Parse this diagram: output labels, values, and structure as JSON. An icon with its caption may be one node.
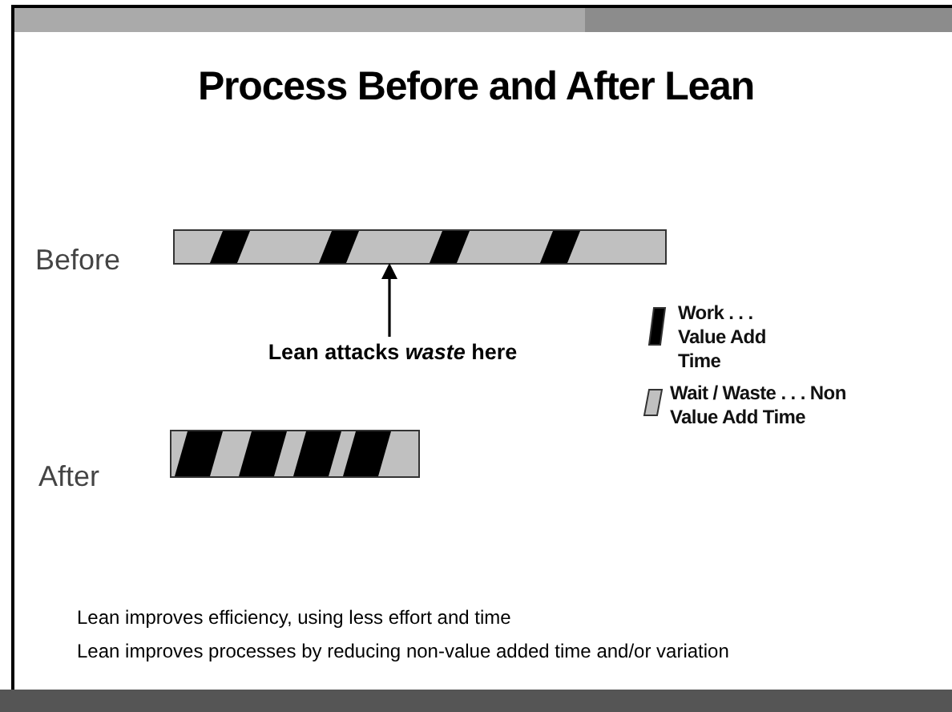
{
  "diagram": {
    "title": "Process Before and After Lean",
    "nodes": [
      {
        "text": [
          "Lean attacks *waste* here"
        ]
      },
      {
        "text": [],
        "shape": "bar"
      },
      {
        "text": [],
        "shape": "bar"
      }
    ],
    "edges": [
      {
        "from": 0,
        "to": 1,
        "arrow": "to"
      }
    ],
    "labels": [
      "Before",
      "After",
      "Lean improves efficiency, using less effort and time",
      "Lean improves processes by reducing non-value added time and/or variation"
    ],
    "legend": [
      {
        "text": "Work . . . Value Add Time",
        "color": "#000000"
      },
      {
        "text": "Wait / Waste . . . Non Value Add Time",
        "color": "#c0c0c0"
      }
    ]
  }
}
